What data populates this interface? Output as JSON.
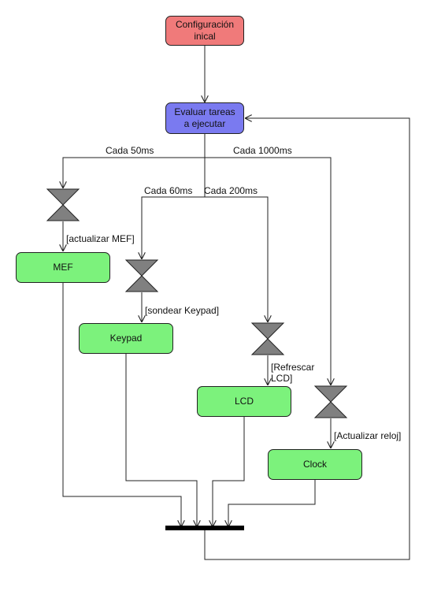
{
  "colors": {
    "start": "#f07a7a",
    "eval": "#7a7af0",
    "task": "#7cf27c",
    "gate": "#808080",
    "line": "#222222"
  },
  "nodes": {
    "start": "Configuración\ninical",
    "eval": "Evaluar tareas\na ejecutar",
    "mef": "MEF",
    "keypad": "Keypad",
    "lcd": "LCD",
    "clock": "Clock"
  },
  "labels": {
    "every_50ms": "Cada 50ms",
    "every_1000ms": "Cada 1000ms",
    "every_60ms": "Cada 60ms",
    "every_200ms": "Cada 200ms",
    "guard_mef": "[actualizar MEF]",
    "guard_keypad": "[sondear Keypad]",
    "guard_lcd": "[Refrescar\nLCD]",
    "guard_clock": "[Actualizar reloj]"
  }
}
